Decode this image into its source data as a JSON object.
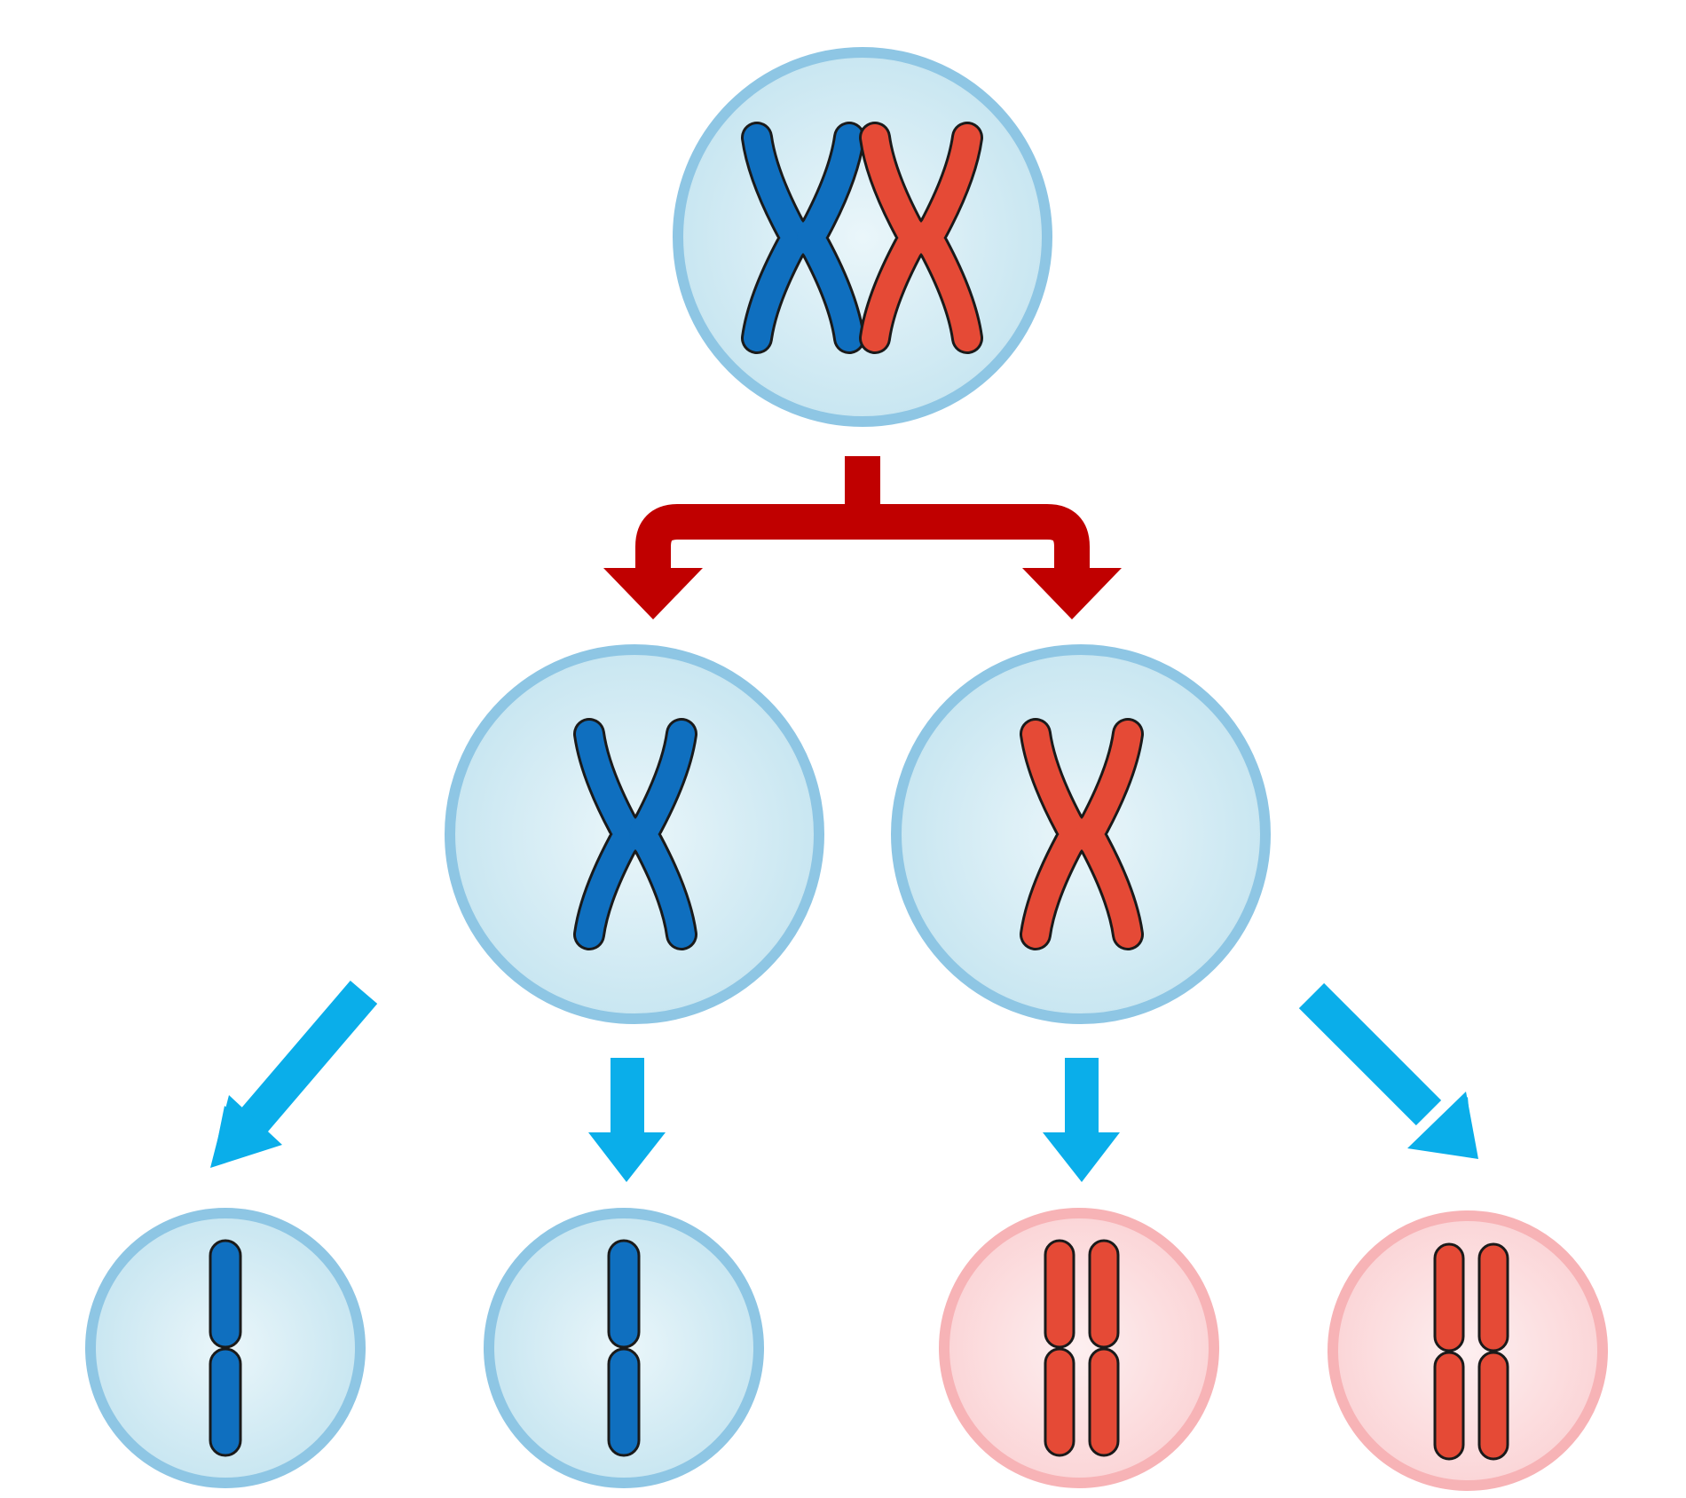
{
  "colors": {
    "background": "#ffffff",
    "cell_blue_fill_center": "#eaf6fa",
    "cell_blue_fill_edge": "#c8e6f1",
    "cell_blue_border": "#8ec6e4",
    "cell_pink_fill_center": "#fdeff0",
    "cell_pink_fill_edge": "#fbd5d7",
    "cell_pink_border": "#f7b3b6",
    "chromosome_blue": "#0f6fbf",
    "chromosome_red": "#e54a36",
    "chromosome_outline": "#1a1a1a",
    "arrow_red": "#c00000",
    "arrow_light_blue": "#0aaeea"
  },
  "diagram": {
    "generations": [
      {
        "cells": [
          {
            "theme": "blue",
            "chromosomes": [
              "x-blue",
              "x-red"
            ]
          }
        ]
      },
      {
        "cells": [
          {
            "theme": "blue",
            "chromosomes": [
              "x-blue"
            ]
          },
          {
            "theme": "blue",
            "chromosomes": [
              "x-red"
            ]
          }
        ]
      },
      {
        "cells": [
          {
            "theme": "blue",
            "chromosomes": [
              "single-blue"
            ]
          },
          {
            "theme": "blue",
            "chromosomes": [
              "single-blue"
            ]
          },
          {
            "theme": "pink",
            "chromosomes": [
              "double-red"
            ]
          },
          {
            "theme": "pink",
            "chromosomes": [
              "double-red"
            ]
          }
        ]
      }
    ],
    "connectors": [
      {
        "type": "branching-arrow",
        "color": "arrow_red",
        "from": "parent-cell",
        "to": [
          "daughter-cell-left",
          "daughter-cell-right"
        ]
      },
      {
        "type": "arrow",
        "color": "arrow_light_blue",
        "from": "daughter-cell-left",
        "to": "granddaughter-cell-1"
      },
      {
        "type": "arrow",
        "color": "arrow_light_blue",
        "from": "daughter-cell-left",
        "to": "granddaughter-cell-2"
      },
      {
        "type": "arrow",
        "color": "arrow_light_blue",
        "from": "daughter-cell-right",
        "to": "granddaughter-cell-3"
      },
      {
        "type": "arrow",
        "color": "arrow_light_blue",
        "from": "daughter-cell-right",
        "to": "granddaughter-cell-4"
      }
    ]
  }
}
